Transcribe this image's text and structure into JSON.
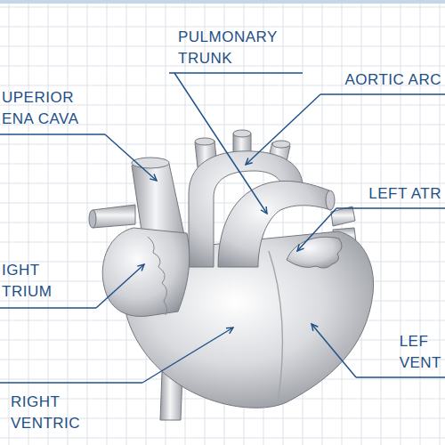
{
  "diagram": {
    "labels": [
      "PULMONARY TRUNK",
      "AORTIC ARC",
      "UPERIOR ENA CAVA",
      "LEFT ATR",
      "IGHT TRIUM",
      "LEF VENT",
      "RIGHT VENTRIC"
    ]
  }
}
